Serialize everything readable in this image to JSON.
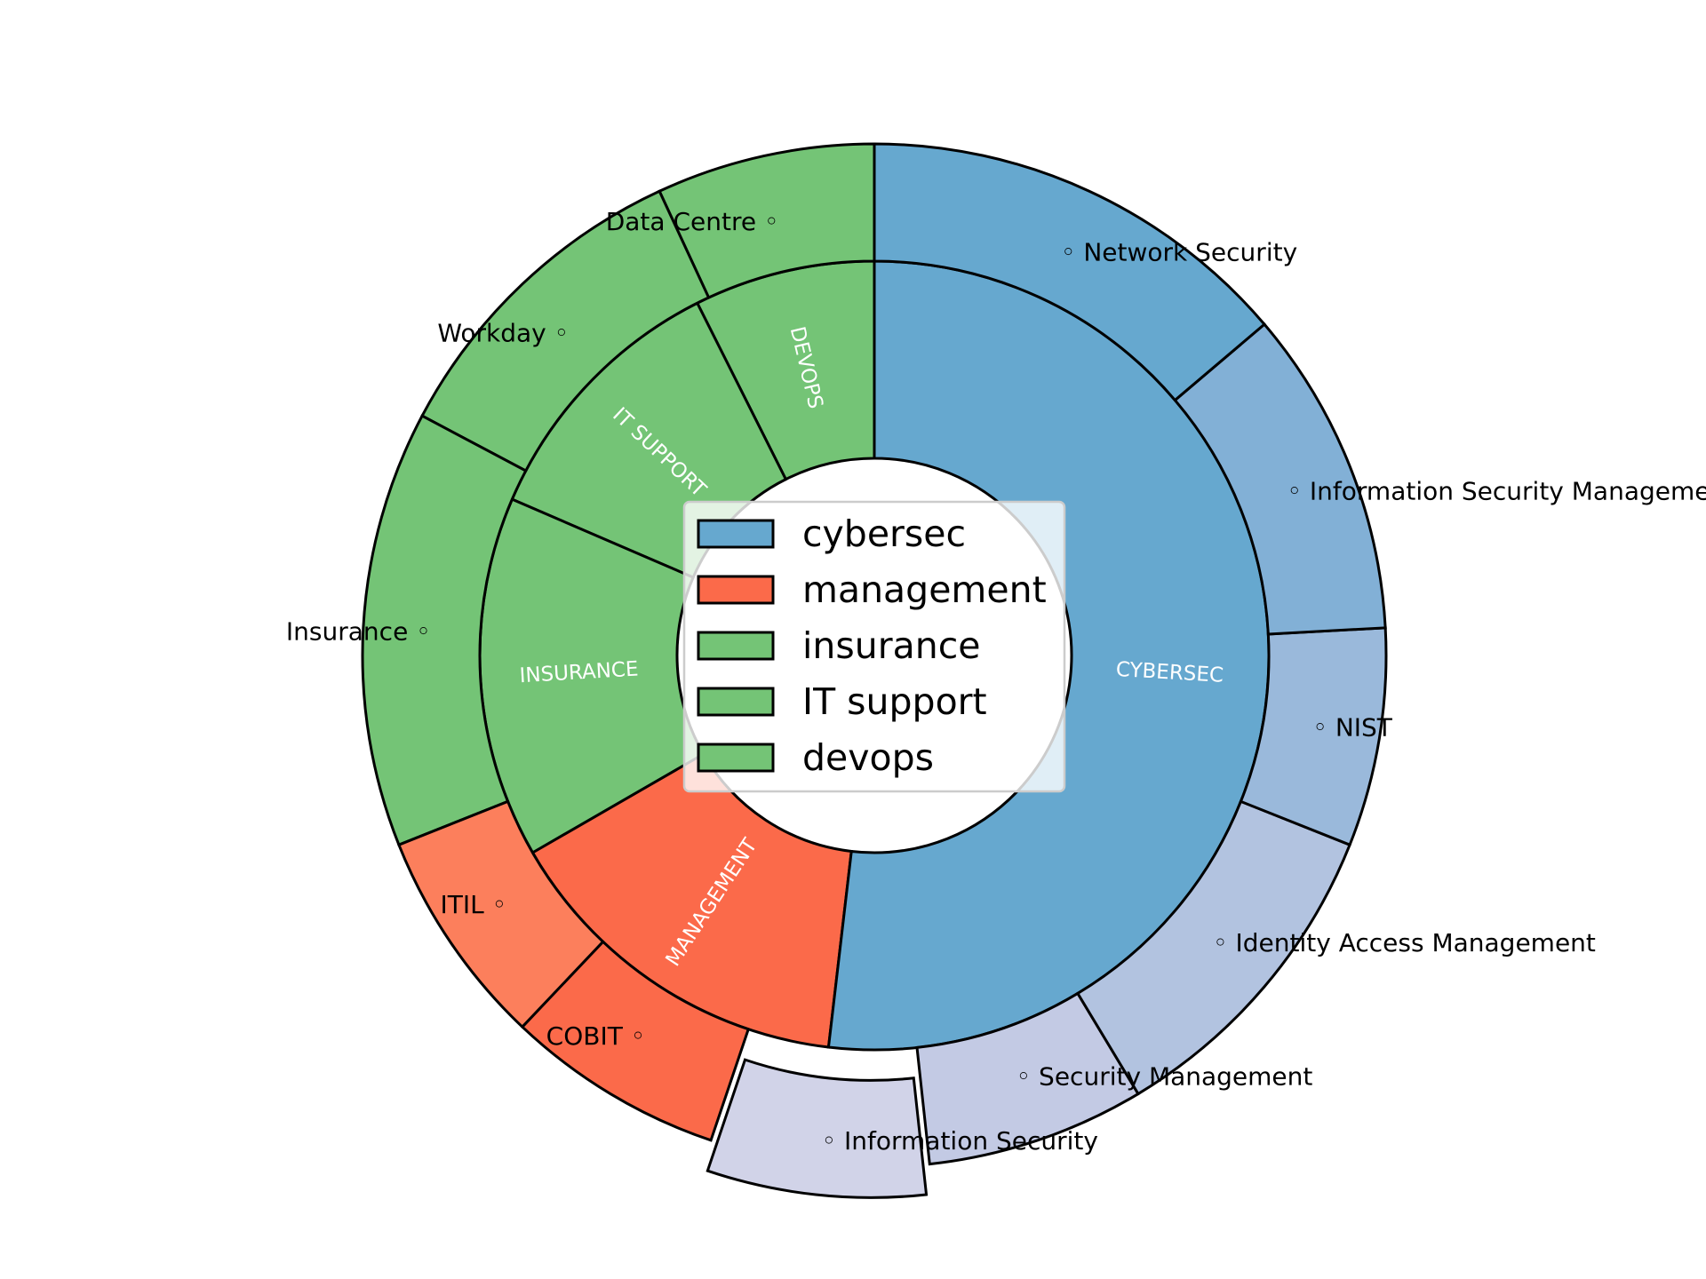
{
  "chart_data": {
    "type": "pie",
    "subtype": "nested-donut",
    "start_angle_deg": 90,
    "direction": "counterclockwise",
    "inner_ring": {
      "categories": [
        "DEVOPS",
        "IT SUPPORT",
        "INSURANCE",
        "MANAGEMENT",
        "CYBERSEC"
      ],
      "values": [
        1,
        1.5,
        2,
        2,
        7
      ],
      "colors": [
        "#74c476",
        "#74c476",
        "#74c476",
        "#fb6a4a",
        "#66a8cf"
      ]
    },
    "outer_ring": {
      "categories": [
        "Data Centre",
        "Workday",
        "Insurance",
        "ITIL",
        "COBIT",
        "Information Security",
        "Security Management",
        "Identity Access Management",
        "NIST",
        "Information Security Management",
        "Network Security"
      ],
      "values": [
        1,
        1.5,
        2,
        1,
        1,
        1,
        1,
        1.5,
        1,
        1.5,
        2
      ],
      "colors": [
        "#74c476",
        "#74c476",
        "#74c476",
        "#fc7f5c",
        "#fb6a4a",
        "#d1d3e8",
        "#c3cae4",
        "#b2c3e0",
        "#9ab9db",
        "#82b0d6",
        "#66a8cf"
      ],
      "explode": [
        0,
        0,
        0,
        0,
        0,
        0.06,
        0,
        0,
        0,
        0,
        0
      ],
      "label_sides": [
        "left",
        "left",
        "left",
        "left",
        "left",
        "right",
        "right",
        "right",
        "right",
        "right",
        "right"
      ]
    },
    "legend": {
      "placement": "center",
      "entries": [
        {
          "label": "cybersec",
          "color": "#66a8cf"
        },
        {
          "label": "management",
          "color": "#fb6a4a"
        },
        {
          "label": "insurance",
          "color": "#74c476"
        },
        {
          "label": "IT support",
          "color": "#74c476"
        },
        {
          "label": "devops",
          "color": "#74c476"
        }
      ]
    },
    "bullet": "◦"
  }
}
